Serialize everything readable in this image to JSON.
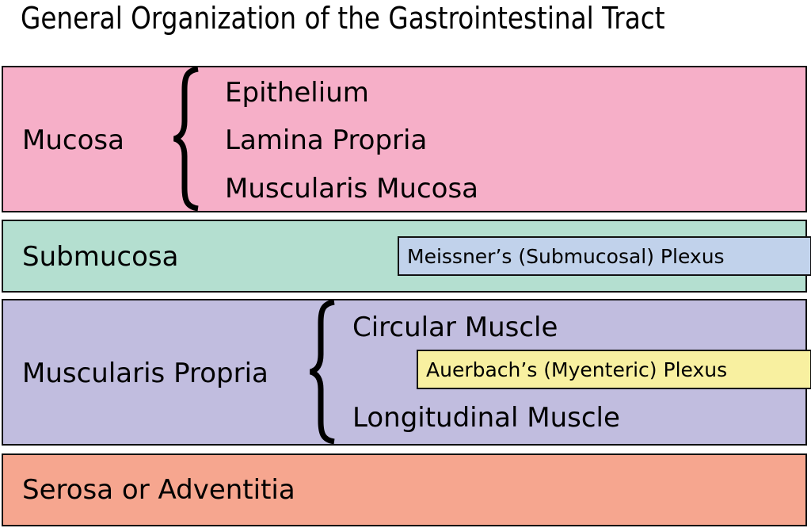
{
  "title": "General Organization of the Gastrointestinal Tract",
  "colors": {
    "mucosa": "#f6afc8",
    "submucosa": "#b4dfd0",
    "muscularis": "#c1bddf",
    "serosa": "#f6a68f",
    "meissner": "#c1d2eb",
    "auerbach": "#f8f0a0",
    "outline": "#111111"
  },
  "layers": [
    {
      "name": "Mucosa",
      "sublayers": [
        "Epithelium",
        "Lamina Propria",
        "Muscularis Mucosa"
      ]
    },
    {
      "name": "Submucosa",
      "plexus": "Meissner’s (Submucosal) Plexus"
    },
    {
      "name": "Muscularis Propria",
      "sublayers": [
        "Circular Muscle",
        "Longitudinal Muscle"
      ],
      "plexus": "Auerbach’s (Myenteric) Plexus"
    },
    {
      "name": "Serosa or Adventitia"
    }
  ]
}
